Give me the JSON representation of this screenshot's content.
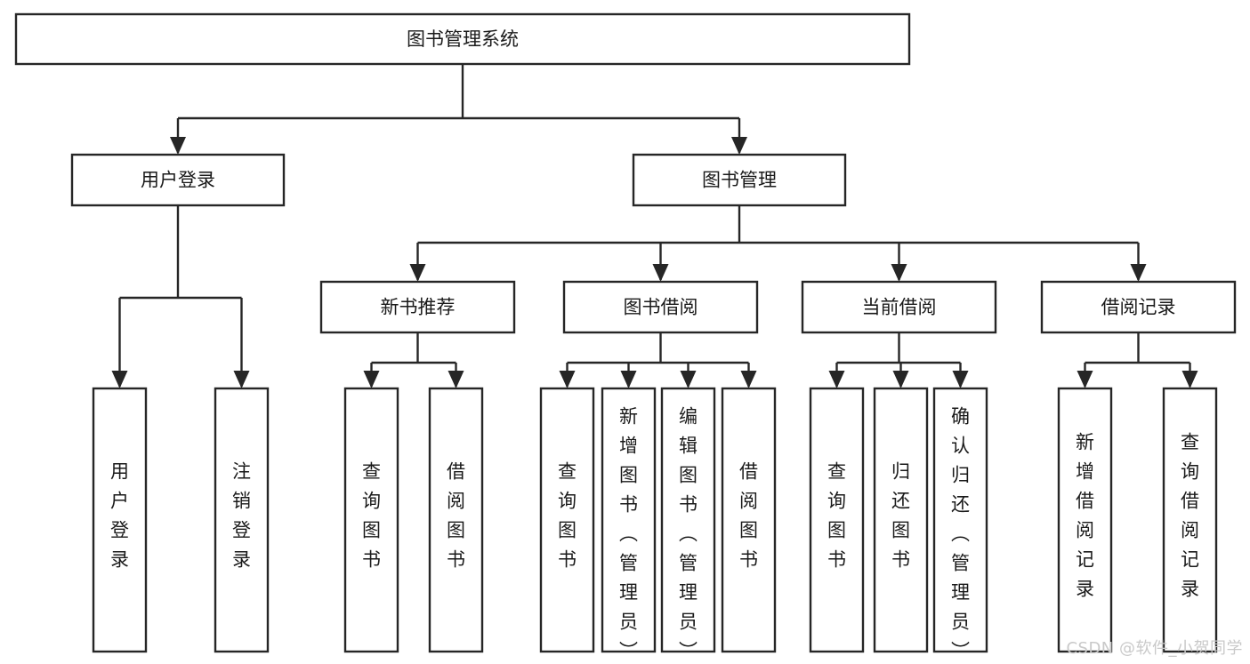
{
  "diagram": {
    "title": "图书管理系统",
    "type": "function-tree",
    "root": {
      "id": "root",
      "label": "图书管理系统",
      "orientation": "horizontal"
    },
    "level2": [
      {
        "id": "user-login",
        "label": "用户登录",
        "orientation": "horizontal"
      },
      {
        "id": "book-manage",
        "label": "图书管理",
        "orientation": "horizontal"
      }
    ],
    "level3": [
      {
        "id": "new-book-recommend",
        "label": "新书推荐",
        "orientation": "horizontal",
        "parent": "book-manage"
      },
      {
        "id": "book-borrow",
        "label": "图书借阅",
        "orientation": "horizontal",
        "parent": "book-manage"
      },
      {
        "id": "current-borrow",
        "label": "当前借阅",
        "orientation": "horizontal",
        "parent": "book-manage"
      },
      {
        "id": "borrow-record",
        "label": "借阅记录",
        "orientation": "horizontal",
        "parent": "book-manage"
      }
    ],
    "leaves": [
      {
        "id": "leaf-user-login",
        "label": "用户登录",
        "orientation": "vertical",
        "parent": "user-login"
      },
      {
        "id": "leaf-logout-login",
        "label": "注销登录",
        "orientation": "vertical",
        "parent": "user-login"
      },
      {
        "id": "leaf-query-book-1",
        "label": "查询图书",
        "orientation": "vertical",
        "parent": "new-book-recommend"
      },
      {
        "id": "leaf-borrow-book-1",
        "label": "借阅图书",
        "orientation": "vertical",
        "parent": "new-book-recommend"
      },
      {
        "id": "leaf-query-book-2",
        "label": "查询图书",
        "orientation": "vertical",
        "parent": "book-borrow"
      },
      {
        "id": "leaf-add-book-admin",
        "label": "新增图书（管理员）",
        "orientation": "vertical",
        "parent": "book-borrow"
      },
      {
        "id": "leaf-edit-book-admin",
        "label": "编辑图书（管理员）",
        "orientation": "vertical",
        "parent": "book-borrow"
      },
      {
        "id": "leaf-borrow-book-2",
        "label": "借阅图书",
        "orientation": "vertical",
        "parent": "book-borrow"
      },
      {
        "id": "leaf-query-book-3",
        "label": "查询图书",
        "orientation": "vertical",
        "parent": "current-borrow"
      },
      {
        "id": "leaf-return-book",
        "label": "归还图书",
        "orientation": "vertical",
        "parent": "current-borrow"
      },
      {
        "id": "leaf-confirm-return-admin",
        "label": "确认归还（管理员）",
        "orientation": "vertical",
        "parent": "current-borrow"
      },
      {
        "id": "leaf-add-borrow-record",
        "label": "新增借阅记录",
        "orientation": "vertical",
        "parent": "borrow-record"
      },
      {
        "id": "leaf-query-borrow-record",
        "label": "查询借阅记录",
        "orientation": "vertical",
        "parent": "borrow-record"
      }
    ],
    "colors": {
      "box_stroke": "#262626",
      "box_fill": "#ffffff",
      "text": "#1a1a1a",
      "connector": "#262626",
      "background": "#ffffff",
      "watermark": "#c9c9c9"
    }
  },
  "watermark": {
    "text": "CSDN @软件_小贺同学"
  }
}
